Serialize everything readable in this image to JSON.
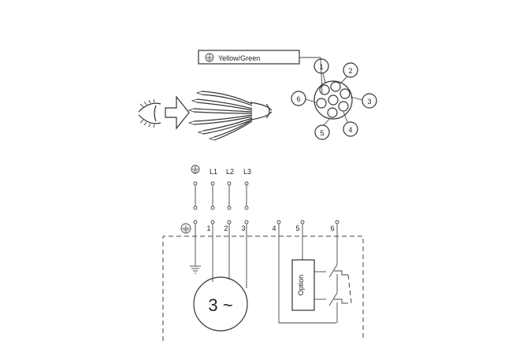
{
  "legend": {
    "earth_label": "Yellow/Green"
  },
  "connector": {
    "pins": [
      "1",
      "2",
      "3",
      "4",
      "5",
      "6"
    ]
  },
  "supply": {
    "lines": [
      "L1",
      "L2",
      "L3"
    ]
  },
  "terminals": {
    "labels": [
      "1",
      "2",
      "3",
      "4",
      "5",
      "6"
    ]
  },
  "motor": {
    "label": "3 ~"
  },
  "option_box": {
    "label": "Option"
  },
  "colors": {
    "line": "#333333",
    "background": "#ffffff"
  },
  "icons": [
    "eye-icon",
    "arrow-right-icon",
    "earth-ground-icon",
    "chassis-ground-icon"
  ]
}
